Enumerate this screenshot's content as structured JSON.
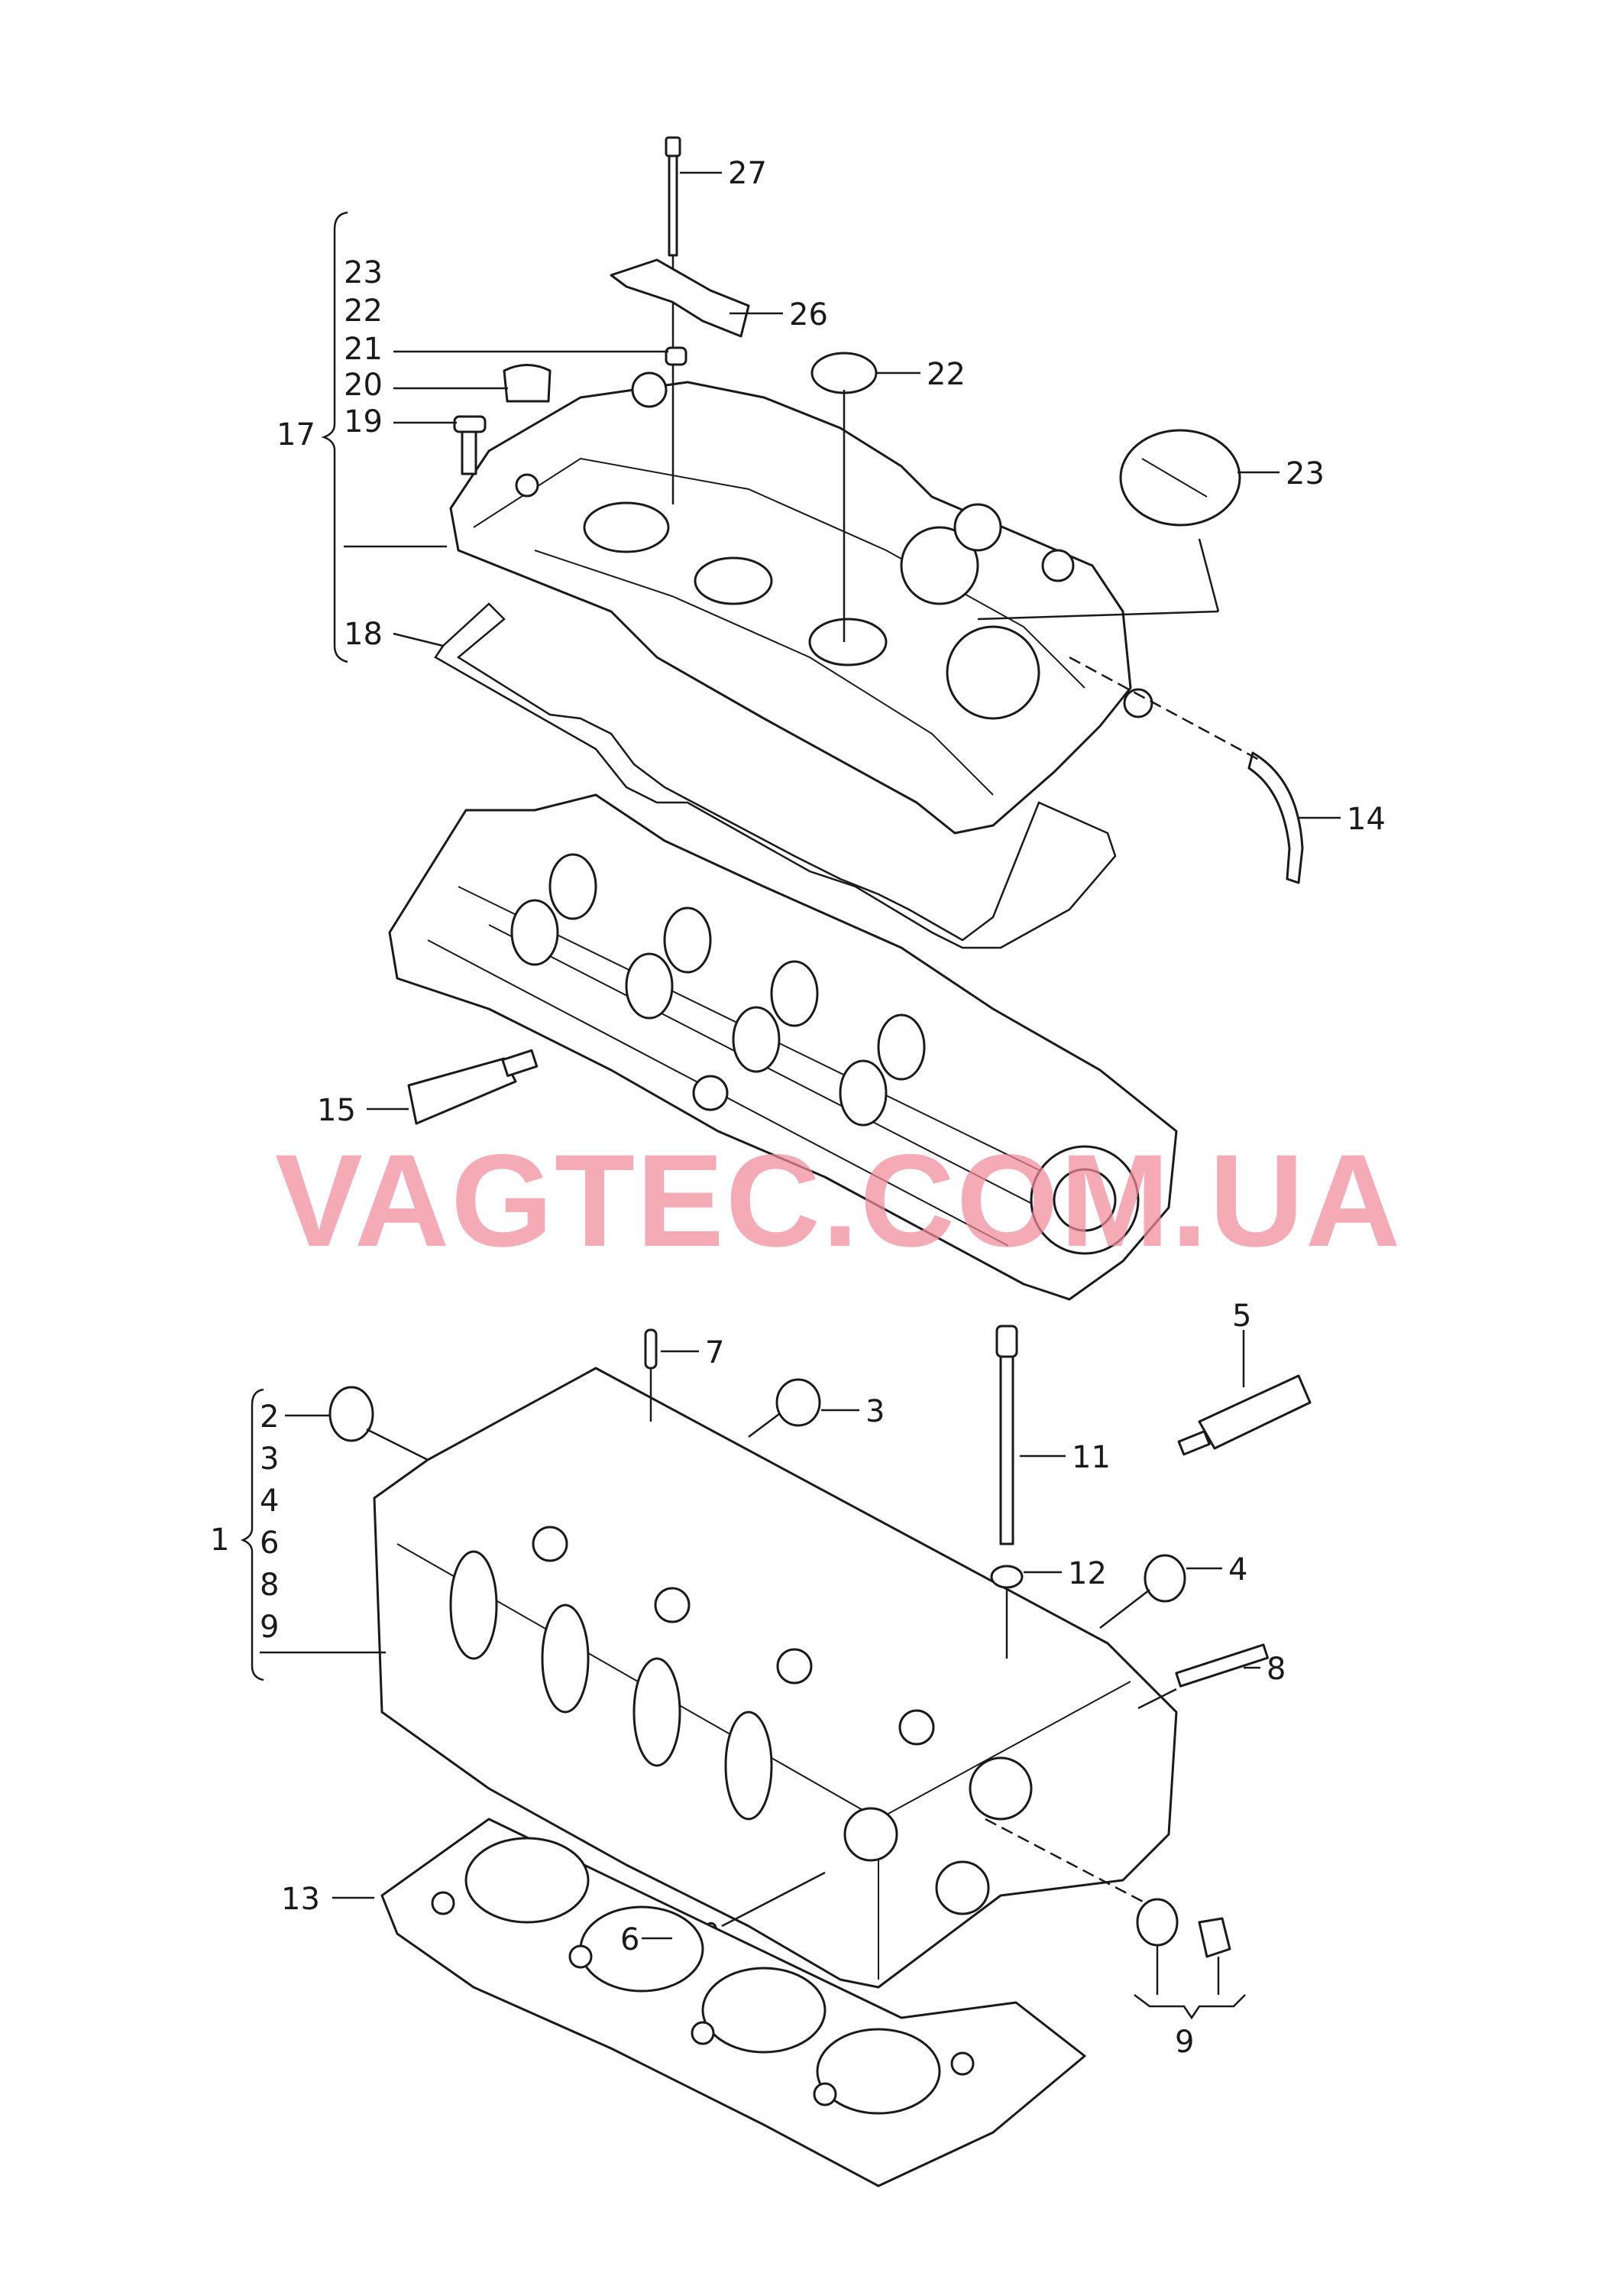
{
  "watermark": {
    "text": "VAGTEC.COM.UA",
    "color": "#f08a98"
  },
  "labels": {
    "l27": "27",
    "l26": "26",
    "l22a": "22",
    "l23a": "23",
    "l14": "14",
    "l18": "18",
    "l21": "21",
    "l20": "20",
    "l19": "19",
    "l17": "17",
    "g17_23": "23",
    "g17_22": "22",
    "g17_21": "21",
    "g17_20": "20",
    "g17_19": "19",
    "l15": "15",
    "l7": "7",
    "l5": "5",
    "l11": "11",
    "l12": "12",
    "l3": "3",
    "l4": "4",
    "l8": "8",
    "l1": "1",
    "g1_2": "2",
    "g1_3": "3",
    "g1_4": "4",
    "g1_6": "6",
    "g1_8": "8",
    "g1_9": "9",
    "l6": "6",
    "l13": "13",
    "l9": "9"
  }
}
